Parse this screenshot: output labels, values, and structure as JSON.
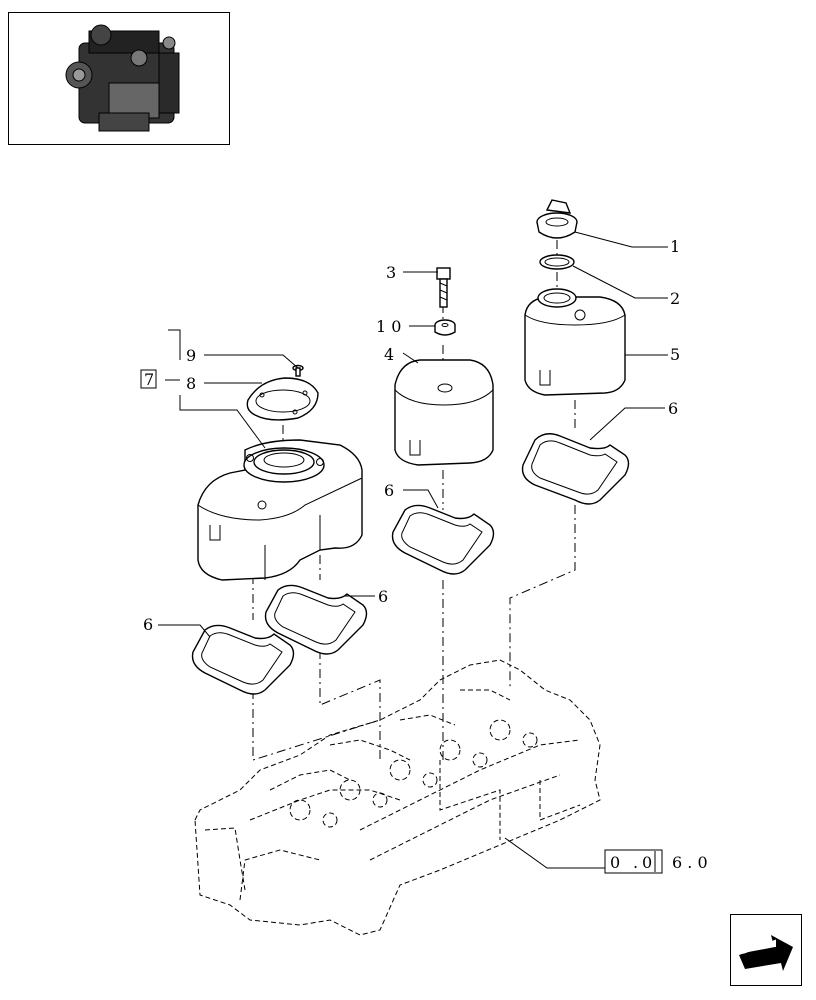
{
  "callouts": [
    {
      "id": "1",
      "text": "1"
    },
    {
      "id": "2",
      "text": "2"
    },
    {
      "id": "3",
      "text": "3"
    },
    {
      "id": "10",
      "text": "1 0"
    },
    {
      "id": "4",
      "text": "4"
    },
    {
      "id": "5",
      "text": "5"
    },
    {
      "id": "6a",
      "text": "6"
    },
    {
      "id": "6b",
      "text": "6"
    },
    {
      "id": "6c",
      "text": "6"
    },
    {
      "id": "6d",
      "text": "6"
    },
    {
      "id": "7",
      "text": "7"
    },
    {
      "id": "8",
      "text": "8"
    },
    {
      "id": "9",
      "text": "9"
    }
  ],
  "reference": {
    "boxed_1": "0",
    "boxed_2": "0",
    "rest": "6 . 0",
    "separator": "."
  },
  "icons": {
    "thumbnail": "engine-thumbnail-icon",
    "navigation": "next-page-arrow-icon"
  }
}
